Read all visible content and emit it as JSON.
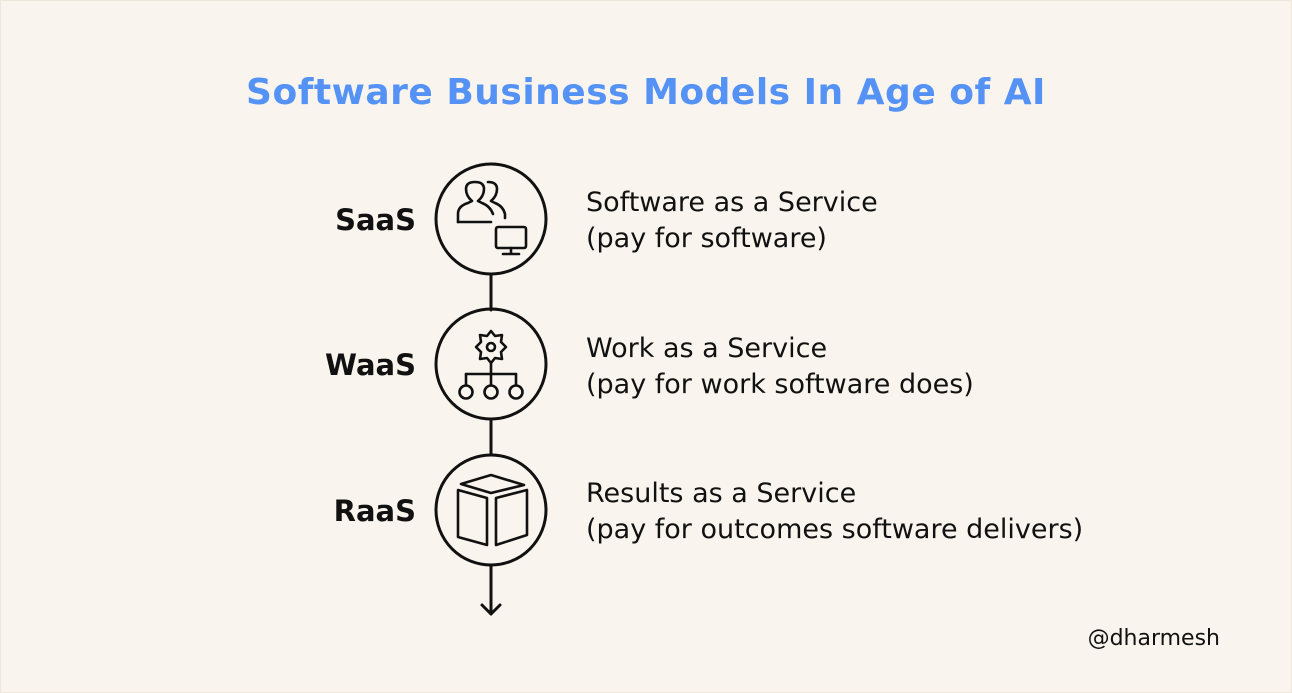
{
  "title": "Software Business Models In Age of AI",
  "colors": {
    "title": "#5592F6",
    "background": "#F9F5EE",
    "ink": "#111111"
  },
  "models": [
    {
      "abbr": "SaaS",
      "name": "Software as a Service",
      "detail": "(pay for software)",
      "icon": "users-computer-icon"
    },
    {
      "abbr": "WaaS",
      "name": "Work as a Service",
      "detail": "(pay for work software does)",
      "icon": "gear-hierarchy-icon"
    },
    {
      "abbr": "RaaS",
      "name": "Results as a Service",
      "detail": "(pay for outcomes software delivers)",
      "icon": "box-icon"
    }
  ],
  "handle": "@dharmesh"
}
